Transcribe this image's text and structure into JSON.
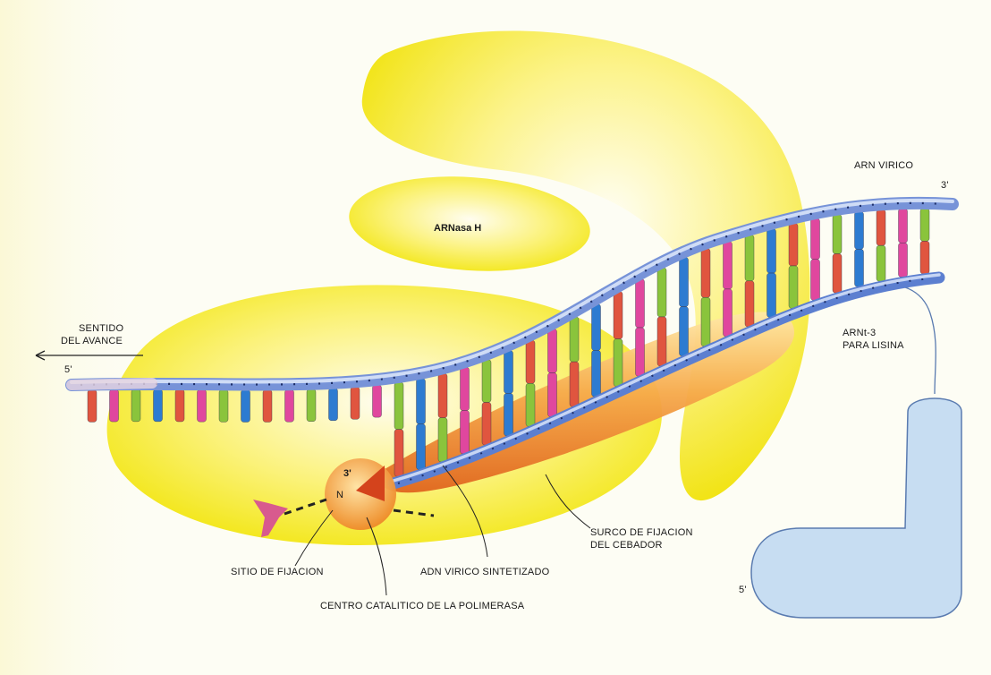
{
  "labels": {
    "arnasa_h": "ARNasa H",
    "arn_virico": "ARN VIRICO",
    "three_prime_top": "3'",
    "sentido_line1": "SENTIDO",
    "sentido_line2": "DEL AVANCE",
    "five_prime_left": "5'",
    "arnt_line1": "ARNt-3",
    "arnt_line2": "PARA LISINA",
    "five_prime_bottom": "5'",
    "three_prime_center": "3'",
    "n_label": "N",
    "surco_line1": "SURCO DE FIJACION",
    "surco_line2": "DEL CEBADOR",
    "sitio": "SITIO DE FIJACION",
    "adn": "ADN VIRICO SINTETIZADO",
    "centro": "CENTRO CATALITICO DE LA POLIMERASA"
  },
  "colors": {
    "background": "#fdfdf4",
    "enzyme_yellow": "#f5ee1a",
    "rna_backbone": "#6f8fd6",
    "dna_backbone": "#2a5cc4",
    "base_blue": "#2d7bd1",
    "base_green": "#8ac43c",
    "base_pink": "#e0479e",
    "base_red": "#e0553f",
    "primer_groove": "#f19a3a",
    "trna": "#b9d6ef",
    "catalytic": "#f4a34a"
  },
  "icons": {
    "arrow": "left-arrow-icon",
    "nucleotide": "incoming-nucleotide-icon"
  }
}
